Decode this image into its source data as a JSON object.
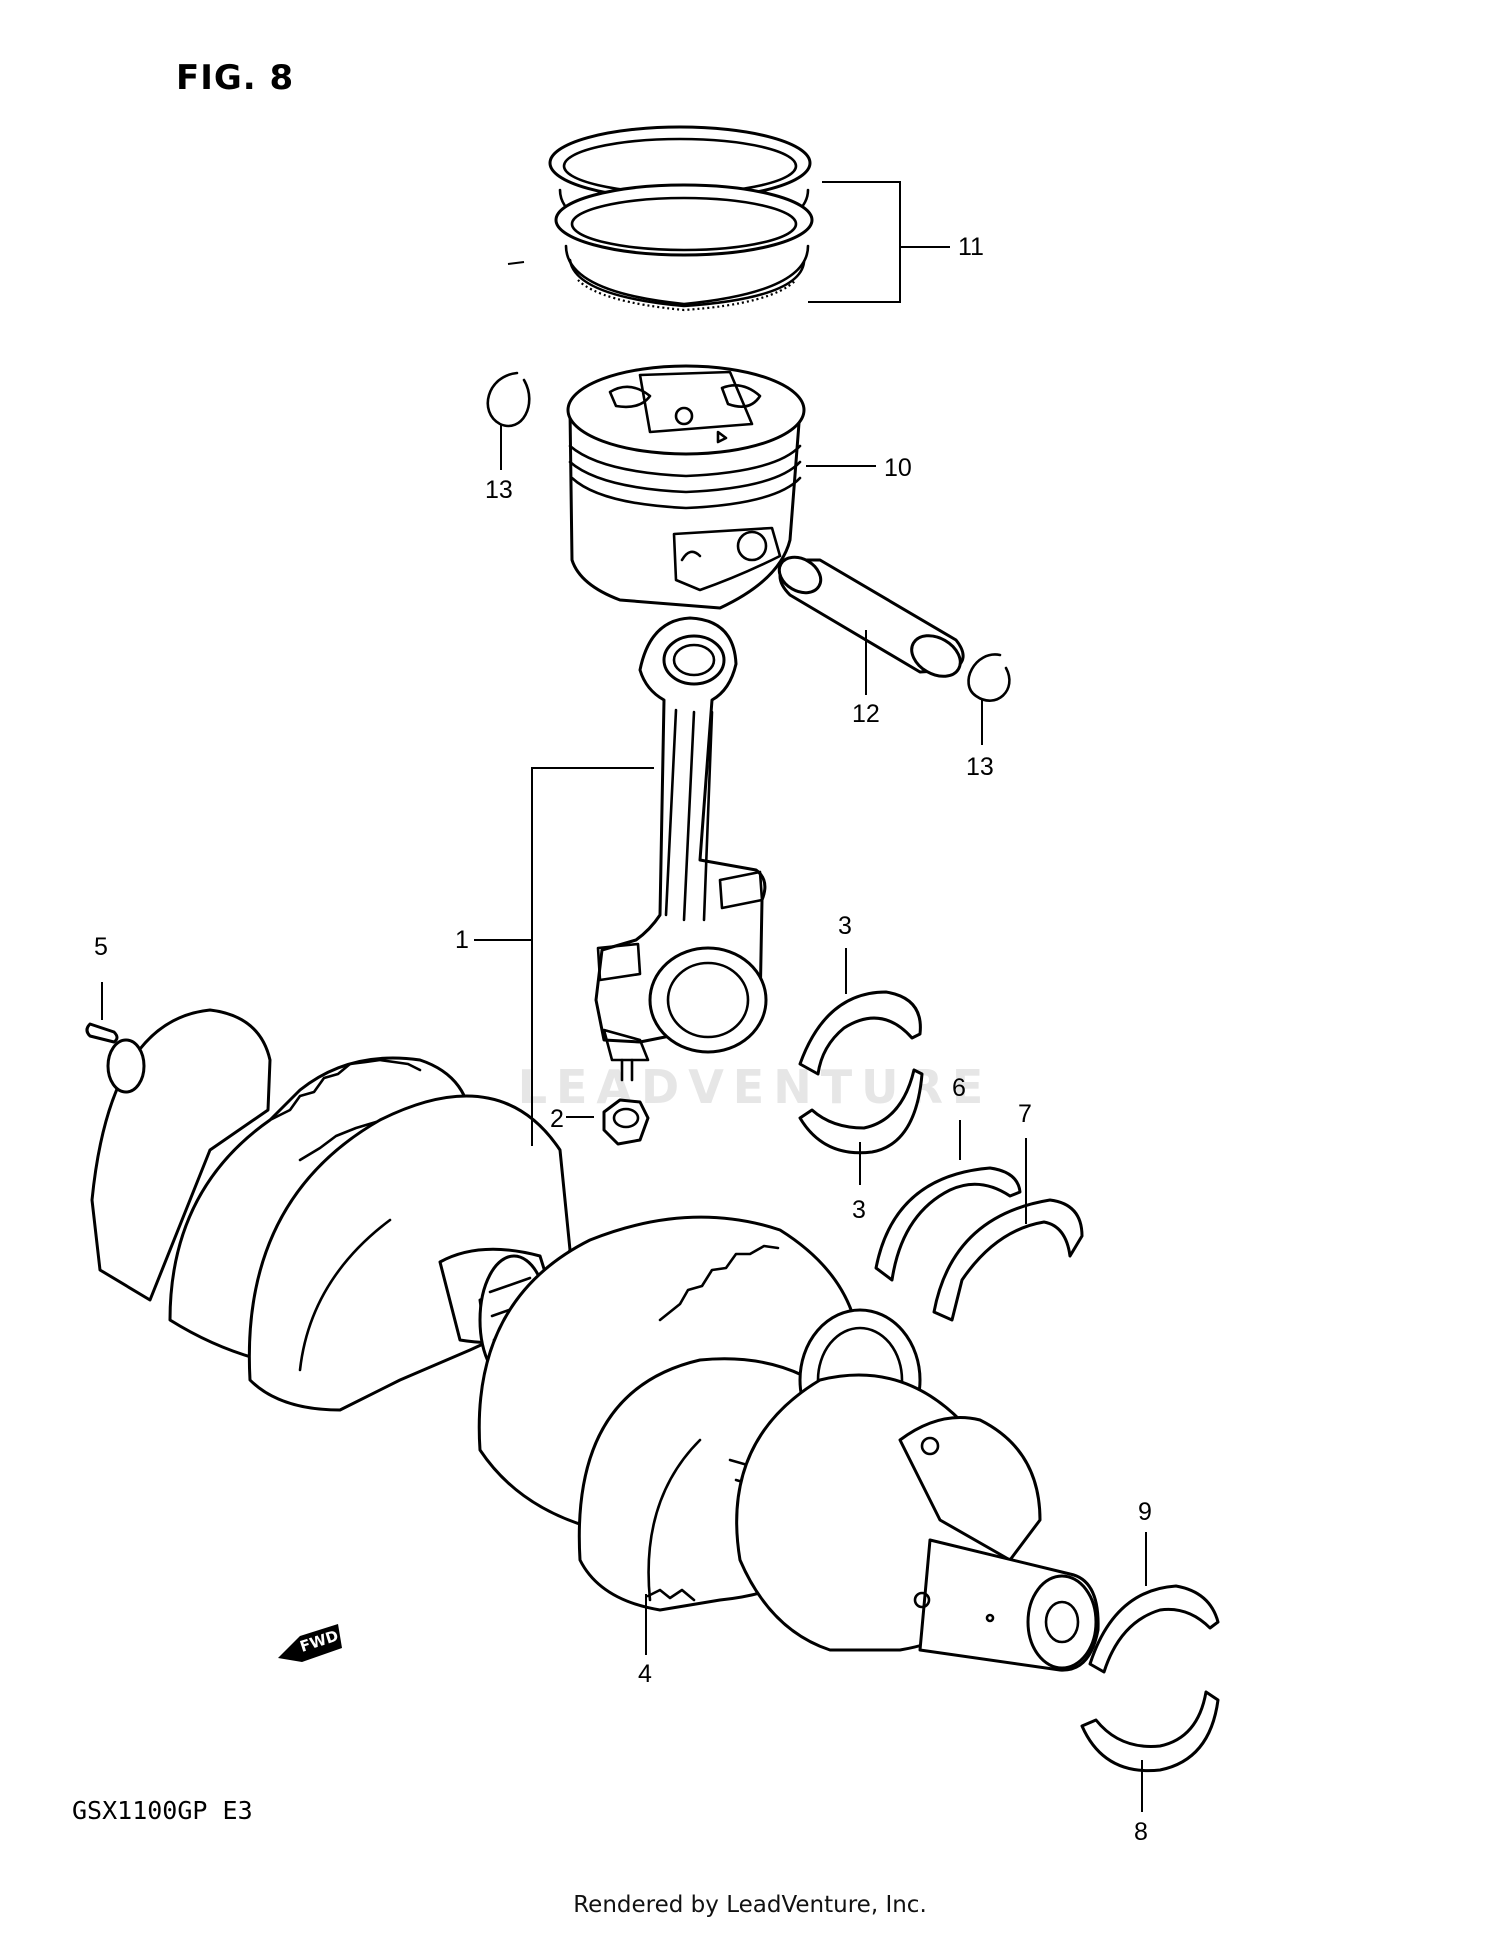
{
  "title": "FIG. 8",
  "model_code": "GSX1100GP  E3",
  "footer": "Rendered by LeadVenture, Inc.",
  "watermark": "LEADVENTURE",
  "direction_marker": "FWD",
  "callouts": [
    {
      "id": "c11",
      "label": "11"
    },
    {
      "id": "c10",
      "label": "10"
    },
    {
      "id": "c13a",
      "label": "13"
    },
    {
      "id": "c12",
      "label": "12"
    },
    {
      "id": "c13b",
      "label": "13"
    },
    {
      "id": "c1",
      "label": "1"
    },
    {
      "id": "c2",
      "label": "2"
    },
    {
      "id": "c3a",
      "label": "3"
    },
    {
      "id": "c3b",
      "label": "3"
    },
    {
      "id": "c5",
      "label": "5"
    },
    {
      "id": "c6",
      "label": "6"
    },
    {
      "id": "c7",
      "label": "7"
    },
    {
      "id": "c4",
      "label": "4"
    },
    {
      "id": "c9",
      "label": "9"
    },
    {
      "id": "c8",
      "label": "8"
    }
  ],
  "colors": {
    "ink": "#000000",
    "paper": "#ffffff",
    "watermark": "#e6e6e6"
  }
}
